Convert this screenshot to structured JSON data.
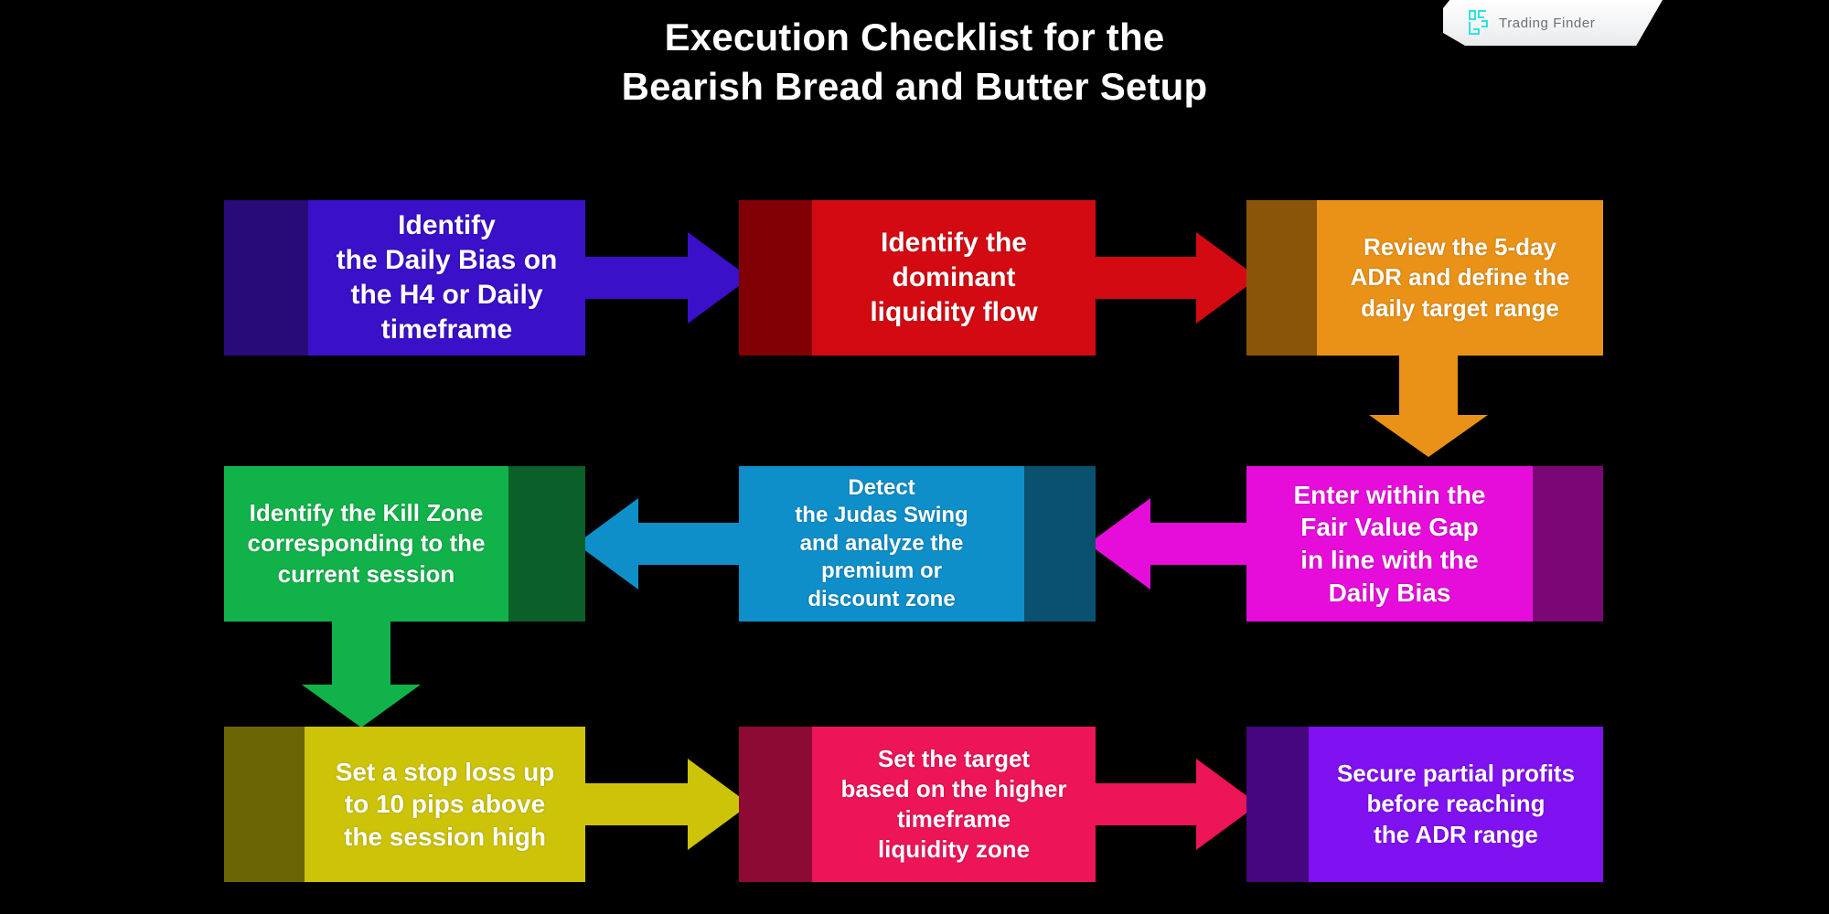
{
  "brand": {
    "name": "Trading Finder",
    "logo_icon": "trading-finder-logo-icon",
    "logo_color": "#2fe3e0",
    "badge_bg": "#f2f3f4",
    "text_color": "#6b7078"
  },
  "title": {
    "line1": "Execution Checklist for the",
    "line2": "Bearish Bread and Butter Setup",
    "color": "#ffffff"
  },
  "background_color": "#000000",
  "chart_data": {
    "type": "diagram",
    "layout": "3-row serpentine flowchart, 3 nodes per row",
    "flow_direction": [
      "left-to-right",
      "right-to-left",
      "left-to-right"
    ],
    "title": "Execution Checklist for the Bearish Bread and Butter Setup",
    "nodes": [
      {
        "step": 1,
        "row": 1,
        "column": 1,
        "text": "Identify\nthe Daily Bias on\nthe H4 or Daily\ntimeframe",
        "fill": "#3a10c8",
        "strip": "#280a78",
        "strip_side": "left"
      },
      {
        "step": 2,
        "row": 1,
        "column": 2,
        "text": "Identify the\ndominant\nliquidity flow",
        "fill": "#d40a13",
        "strip": "#800006",
        "strip_side": "left"
      },
      {
        "step": 3,
        "row": 1,
        "column": 3,
        "text": "Review the 5-day\nADR and define the\ndaily target range",
        "fill": "#ea9217",
        "strip": "#8a5509",
        "strip_side": "left"
      },
      {
        "step": 4,
        "row": 2,
        "column": 3,
        "text": "Enter within the\nFair Value Gap\nin line with the\nDaily Bias",
        "fill": "#e60ddb",
        "strip": "#7b0675",
        "strip_side": "right"
      },
      {
        "step": 5,
        "row": 2,
        "column": 2,
        "text": "Detect\nthe Judas Swing\nand analyze the\npremium or\ndiscount zone",
        "fill": "#0f8fc9",
        "strip": "#0a5170",
        "strip_side": "right"
      },
      {
        "step": 6,
        "row": 2,
        "column": 1,
        "text": "Identify the Kill Zone\ncorresponding to the\ncurrent session",
        "fill": "#12b24a",
        "strip": "#0b5f28",
        "strip_side": "right"
      },
      {
        "step": 7,
        "row": 3,
        "column": 1,
        "text": "Set a stop loss up\nto 10 pips above\nthe session high",
        "fill": "#cdc409",
        "strip": "#6b6506",
        "strip_side": "left"
      },
      {
        "step": 8,
        "row": 3,
        "column": 2,
        "text": "Set the target\nbased on the higher\ntimeframe\nliquidity zone",
        "fill": "#ed1457",
        "strip": "#8c0a33",
        "strip_side": "left"
      },
      {
        "step": 9,
        "row": 3,
        "column": 3,
        "text": "Secure partial profits\nbefore reaching\nthe ADR range",
        "fill": "#8011f0",
        "strip": "#45067f",
        "strip_side": "left"
      }
    ],
    "connectors": [
      {
        "from": 1,
        "to": 2,
        "direction": "right",
        "color": "#3a10c8"
      },
      {
        "from": 2,
        "to": 3,
        "direction": "right",
        "color": "#d40a13"
      },
      {
        "from": 3,
        "to": 4,
        "direction": "down",
        "color": "#ea9217"
      },
      {
        "from": 4,
        "to": 5,
        "direction": "left",
        "color": "#e60ddb"
      },
      {
        "from": 5,
        "to": 6,
        "direction": "left",
        "color": "#0f8fc9"
      },
      {
        "from": 6,
        "to": 7,
        "direction": "down",
        "color": "#12b24a"
      },
      {
        "from": 7,
        "to": 8,
        "direction": "right",
        "color": "#cdc409"
      },
      {
        "from": 8,
        "to": 9,
        "direction": "right",
        "color": "#ed1457"
      }
    ]
  },
  "nodes": {
    "n1": {
      "text": "Identify\nthe Daily Bias on\nthe H4 or Daily\ntimeframe"
    },
    "n2": {
      "text": "Identify the\ndominant\nliquidity flow"
    },
    "n3": {
      "text": "Review the 5-day\nADR and define the\ndaily target range"
    },
    "n4": {
      "text": "Enter within the\nFair Value Gap\nin line with the\nDaily Bias"
    },
    "n5": {
      "text": "Detect\nthe Judas Swing\nand analyze the\npremium or\ndiscount zone"
    },
    "n6": {
      "text": "Identify the Kill Zone\ncorresponding to the\ncurrent session"
    },
    "n7": {
      "text": "Set a stop loss up\nto 10 pips above\nthe session high"
    },
    "n8": {
      "text": "Set the target\nbased on the higher\ntimeframe\nliquidity zone"
    },
    "n9": {
      "text": "Secure partial profits\nbefore reaching\nthe ADR range"
    }
  }
}
